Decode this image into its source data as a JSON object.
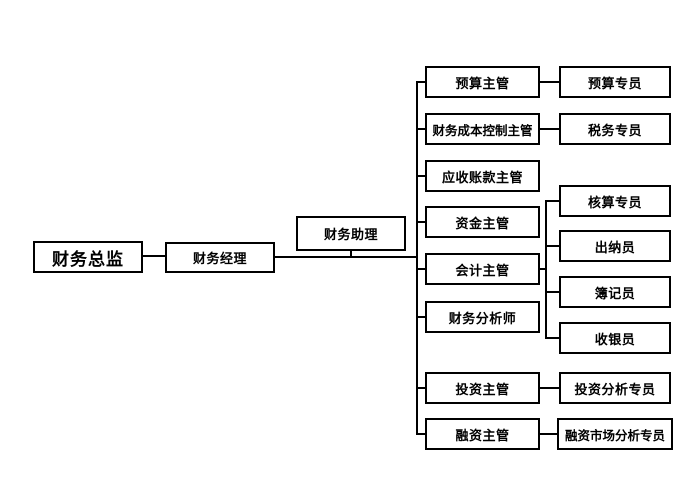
{
  "diagram": {
    "type": "org-chart",
    "language": "zh",
    "colors": {
      "background": "#ffffff",
      "box_background": "#ffffff",
      "box_border": "#000000",
      "text": "#000000",
      "line": "#000000"
    },
    "nodes": {
      "director": {
        "label": "财务总监"
      },
      "manager": {
        "label": "财务经理"
      },
      "assistant": {
        "label": "财务助理"
      }
    },
    "supervisors": [
      {
        "label": "预算主管",
        "reports": [
          "预算专员"
        ]
      },
      {
        "label": "财务成本控制主管",
        "reports": [
          "税务专员"
        ]
      },
      {
        "label": "应收账款主管",
        "reports": []
      },
      {
        "label": "资金主管",
        "reports": []
      },
      {
        "label": "会计主管",
        "reports": [
          "核算专员",
          "出纳员",
          "簿记员",
          "收银员"
        ]
      },
      {
        "label": "财务分析师",
        "reports": []
      },
      {
        "label": "投资主管",
        "reports": [
          "投资分析专员"
        ]
      },
      {
        "label": "融资主管",
        "reports": [
          "融资市场分析专员"
        ]
      }
    ]
  }
}
